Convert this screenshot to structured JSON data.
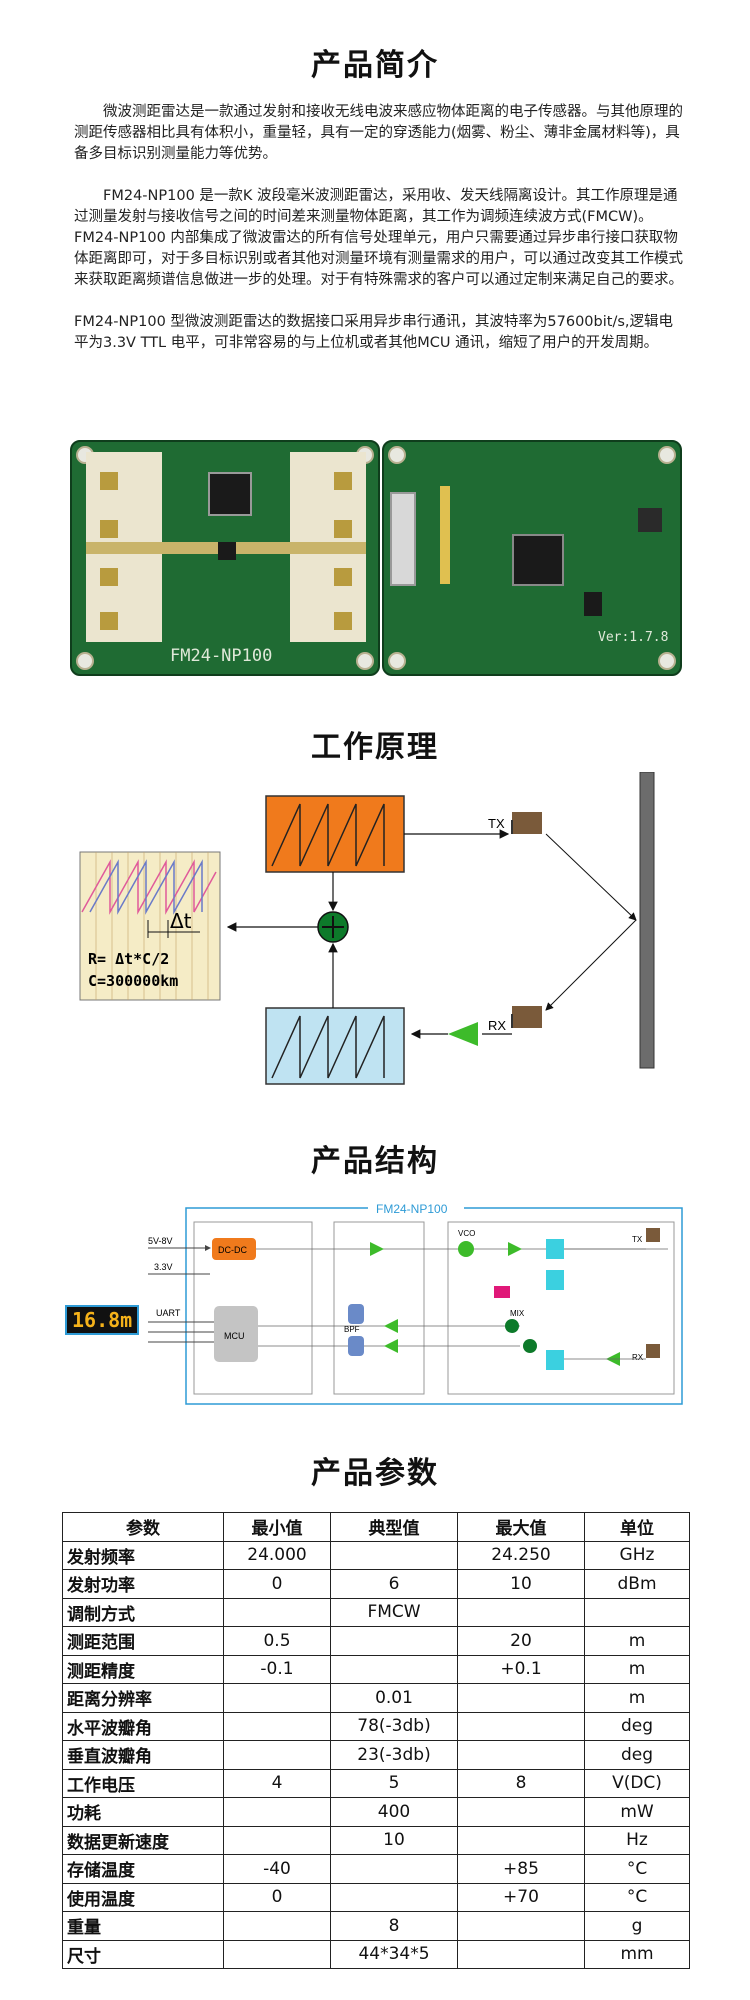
{
  "intro": {
    "title": "产品简介",
    "p1": "微波测距雷达是一款通过发射和接收无线电波来感应物体距离的电子传感器。与其他原理的测距传感器相比具有体积小，重量轻，具有一定的穿透能力(烟雾、粉尘、薄非金属材料等)，具备多目标识别测量能力等优势。",
    "p2": "FM24-NP100 是一款K 波段毫米波测距雷达，采用收、发天线隔离设计。其工作原理是通过测量发射与接收信号之间的时间差来测量物体距离，其工作为调频连续波方式(FMCW)。FM24-NP100 内部集成了微波雷达的所有信号处理单元，用户只需要通过异步串行接口获取物体距离即可，对于多目标识别或者其他对测量环境有测量需求的用户，可以通过改变其工作模式来获取距离频谱信息做进一步的处理。对于有特殊需求的客户可以通过定制来满足自己的要求。",
    "p3": "FM24-NP100 型微波测距雷达的数据接口采用异步串行通讯，其波特率为57600bit/s,逻辑电平为3.3V TTL 电平，可非常容易的与上位机或者其他MCU 通讯，缩短了用户的开发周期。"
  },
  "photos": {
    "front_label": "FM24-NP100",
    "back_label": "Ver:1.7.8"
  },
  "principle": {
    "title": "工作原理",
    "tx": "TX",
    "rx": "RX",
    "delta": "Δt",
    "formula1": "R= Δt*C/2",
    "formula2": "C=300000km"
  },
  "structure": {
    "title": "产品结构",
    "board_name": "FM24-NP100",
    "v_in": "5V-8V",
    "v_33": "3.3V",
    "uart": "UART",
    "dcdc": "DC-DC",
    "mcu": "MCU",
    "bpf": "BPF",
    "vco": "VCO",
    "mix": "MIX",
    "tx": "TX",
    "rx": "RX",
    "display": "16.8m"
  },
  "params": {
    "title": "产品参数",
    "headers": [
      "参数",
      "最小值",
      "典型值",
      "最大值",
      "单位"
    ],
    "rows": [
      [
        "发射频率",
        "24.000",
        "",
        "24.250",
        "GHz"
      ],
      [
        "发射功率",
        "0",
        "6",
        "10",
        "dBm"
      ],
      [
        "调制方式",
        "",
        "FMCW",
        "",
        ""
      ],
      [
        "测距范围",
        "0.5",
        "",
        "20",
        "m"
      ],
      [
        "测距精度",
        "-0.1",
        "",
        "+0.1",
        "m"
      ],
      [
        "距离分辨率",
        "",
        "0.01",
        "",
        "m"
      ],
      [
        "水平波瓣角",
        "",
        "78(-3db)",
        "",
        "deg"
      ],
      [
        "垂直波瓣角",
        "",
        "23(-3db)",
        "",
        "deg"
      ],
      [
        "工作电压",
        "4",
        "5",
        "8",
        "V(DC)"
      ],
      [
        "功耗",
        "",
        "400",
        "",
        "mW"
      ],
      [
        "数据更新速度",
        "",
        "10",
        "",
        "Hz"
      ],
      [
        "存储温度",
        "-40",
        "",
        "+85",
        "°C"
      ],
      [
        "使用温度",
        "0",
        "",
        "+70",
        "°C"
      ],
      [
        "重量",
        "",
        "8",
        "",
        "g"
      ],
      [
        "尺寸",
        "",
        "44*34*5",
        "",
        "mm"
      ]
    ]
  },
  "colors": {
    "pcb_green": "#1f6b33",
    "ramp_orange": "#f07a1c",
    "ramp_blue": "#bfe3f2",
    "amp_green": "#3dbb2a",
    "mixer_green": "#0d7a2a",
    "diagram_blue": "#2e9bd6"
  }
}
